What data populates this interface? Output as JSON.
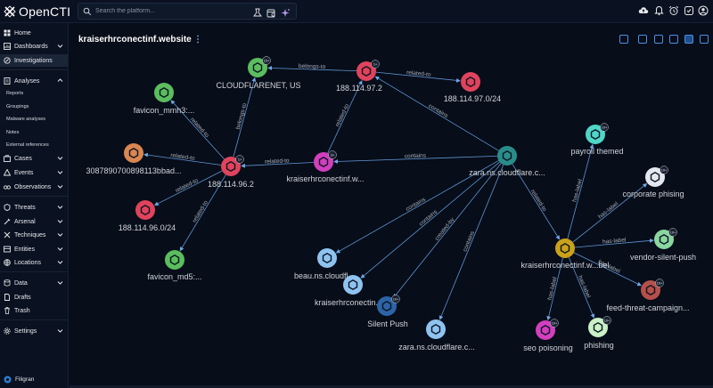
{
  "app": {
    "name": "OpenCTI"
  },
  "search": {
    "placeholder": "Search the platform..."
  },
  "sidebar": {
    "items": [
      {
        "label": "Home",
        "icon": "home-icon"
      },
      {
        "label": "Dashboards",
        "icon": "dashboard-icon"
      },
      {
        "label": "Investigations",
        "icon": "investigation-icon"
      },
      {
        "label": "Analyses",
        "icon": "analyses-icon"
      },
      {
        "label": "Cases",
        "icon": "cases-icon"
      },
      {
        "label": "Events",
        "icon": "events-icon"
      },
      {
        "label": "Observations",
        "icon": "observations-icon"
      },
      {
        "label": "Threats",
        "icon": "threats-icon"
      },
      {
        "label": "Arsenal",
        "icon": "arsenal-icon"
      },
      {
        "label": "Techniques",
        "icon": "techniques-icon"
      },
      {
        "label": "Entities",
        "icon": "entities-icon"
      },
      {
        "label": "Locations",
        "icon": "locations-icon"
      },
      {
        "label": "Data",
        "icon": "data-icon"
      },
      {
        "label": "Drafts",
        "icon": "drafts-icon"
      },
      {
        "label": "Trash",
        "icon": "trash-icon"
      },
      {
        "label": "Settings",
        "icon": "settings-icon"
      }
    ],
    "analyses_sub": [
      "Reports",
      "Groupings",
      "Malware analyses",
      "Notes",
      "External references"
    ],
    "footer": "Filigran"
  },
  "page": {
    "title": "kraiserhrconectinf.website"
  },
  "graph": {
    "nodes": [
      {
        "id": "cloudflarenet",
        "label": "CLOUDFLARENET, US",
        "color": "#5bbd5e",
        "badge": "10+"
      },
      {
        "id": "ip_97_2",
        "label": "188.114.97.2",
        "color": "#e0435c",
        "badge": "1+"
      },
      {
        "id": "net_97_0",
        "label": "188.114.97.0/24",
        "color": "#e0435c"
      },
      {
        "id": "favicon_mmh3",
        "label": "favicon_mmh3:...",
        "color": "#5bbd5e"
      },
      {
        "id": "hash_3087",
        "label": "3087890700898113bbad...",
        "color": "#d98650"
      },
      {
        "id": "ip_96_2",
        "label": "188.114.96.2",
        "color": "#e0435c",
        "badge": "1+"
      },
      {
        "id": "net_96_0",
        "label": "188.114.96.0/24",
        "color": "#e0435c"
      },
      {
        "id": "favicon_md5",
        "label": "favicon_md5:...",
        "color": "#5bbd5e"
      },
      {
        "id": "domain_kw",
        "label": "kraiserhrconectinf.w...",
        "color": "#d23fbe",
        "badge": "3+"
      },
      {
        "id": "zara_ns1",
        "label": "zara.ns.cloudflare.c...",
        "color": "#2a8c8a"
      },
      {
        "id": "payroll",
        "label": "payroll themed",
        "color": "#4fd6c8",
        "badge": "10+"
      },
      {
        "id": "corp_phish",
        "label": "corporate phising",
        "color": "#e4e8ee",
        "badge": "10+"
      },
      {
        "id": "vendor",
        "label": "vendor-silent-push",
        "color": "#8ad6a0",
        "badge": "10+"
      },
      {
        "id": "feed",
        "label": "feed-threat-campaign...",
        "color": "#b5504a",
        "badge": "10+"
      },
      {
        "id": "phishing",
        "label": "phishing",
        "color": "#c9f0c6",
        "badge": "10+"
      },
      {
        "id": "seo",
        "label": "seo poisoning",
        "color": "#d23fbe",
        "badge": "10+"
      },
      {
        "id": "kw_label",
        "label": "kraiserhrconectinf.w...bel",
        "color": "#c9a21a"
      },
      {
        "id": "beau",
        "label": "beau.ns.cloudfl...",
        "color": "#8ec3f0"
      },
      {
        "id": "kraiser2",
        "label": "kraiserhrconectin...",
        "color": "#8ec3f0"
      },
      {
        "id": "silent",
        "label": "Silent Push",
        "color": "#2c64a6",
        "badge": "10+"
      },
      {
        "id": "zara_ns2",
        "label": "zara.ns.cloudflare.c...",
        "color": "#8ec3f0"
      }
    ],
    "edge_labels": {
      "belongs_to": "belongs-to",
      "related_to": "related-to",
      "contains": "contains",
      "created_by": "created-by",
      "has_label": "has-label"
    }
  }
}
